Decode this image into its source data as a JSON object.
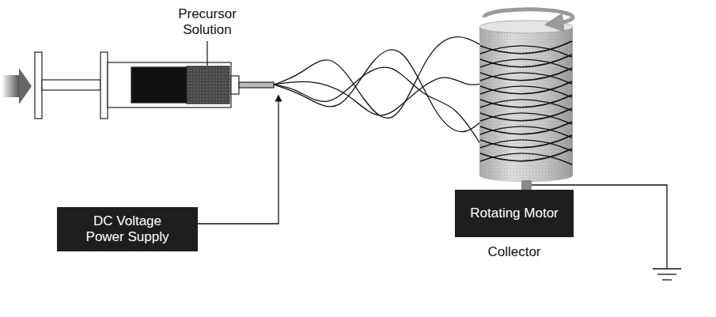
{
  "diagram": {
    "nodes": [
      {
        "text": [
          "DC Voltage Power Supply"
        ]
      },
      {
        "text": [
          "Rotating Motor"
        ]
      }
    ],
    "labels": [
      "Precursor Solution",
      "Collector"
    ]
  }
}
